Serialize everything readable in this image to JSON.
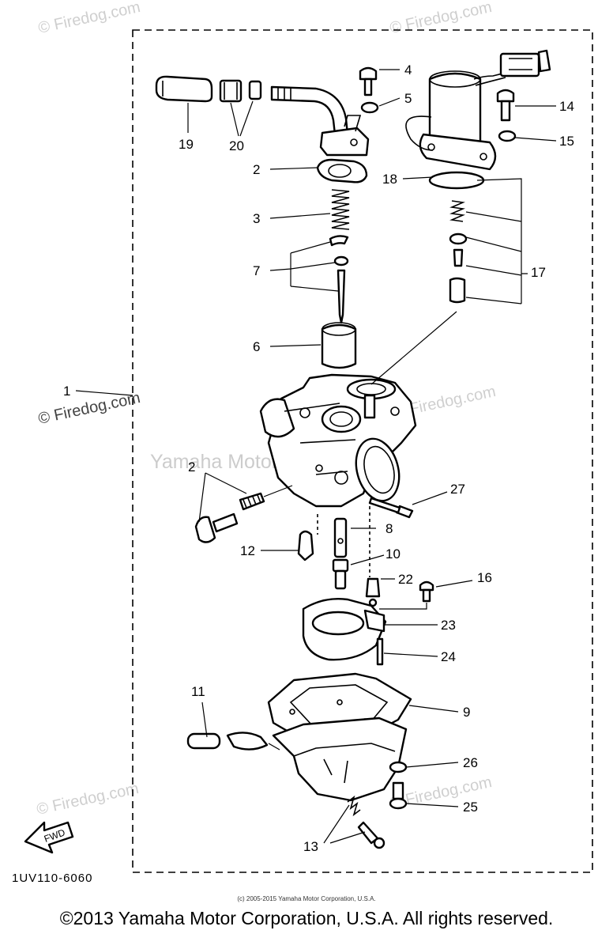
{
  "watermark": {
    "brand": "© Firedog.com",
    "center_text": "Yamaha Motor Corp., U.S.A."
  },
  "callouts": [
    "1",
    "2",
    "3",
    "4",
    "5",
    "6",
    "7",
    "8",
    "9",
    "10",
    "11",
    "12",
    "13",
    "14",
    "15",
    "16",
    "17",
    "18",
    "19",
    "20",
    "22",
    "23",
    "24",
    "25",
    "26",
    "27"
  ],
  "callout_2_repeat": "2",
  "fwd_label": "FWD",
  "diagram_code": "1UV110-6060",
  "footer": {
    "small": "(c) 2005-2015 Yamaha Motor Corporation, U.S.A.",
    "copyright": "©2013 Yamaha Motor Corporation, U.S.A. All rights reserved."
  }
}
